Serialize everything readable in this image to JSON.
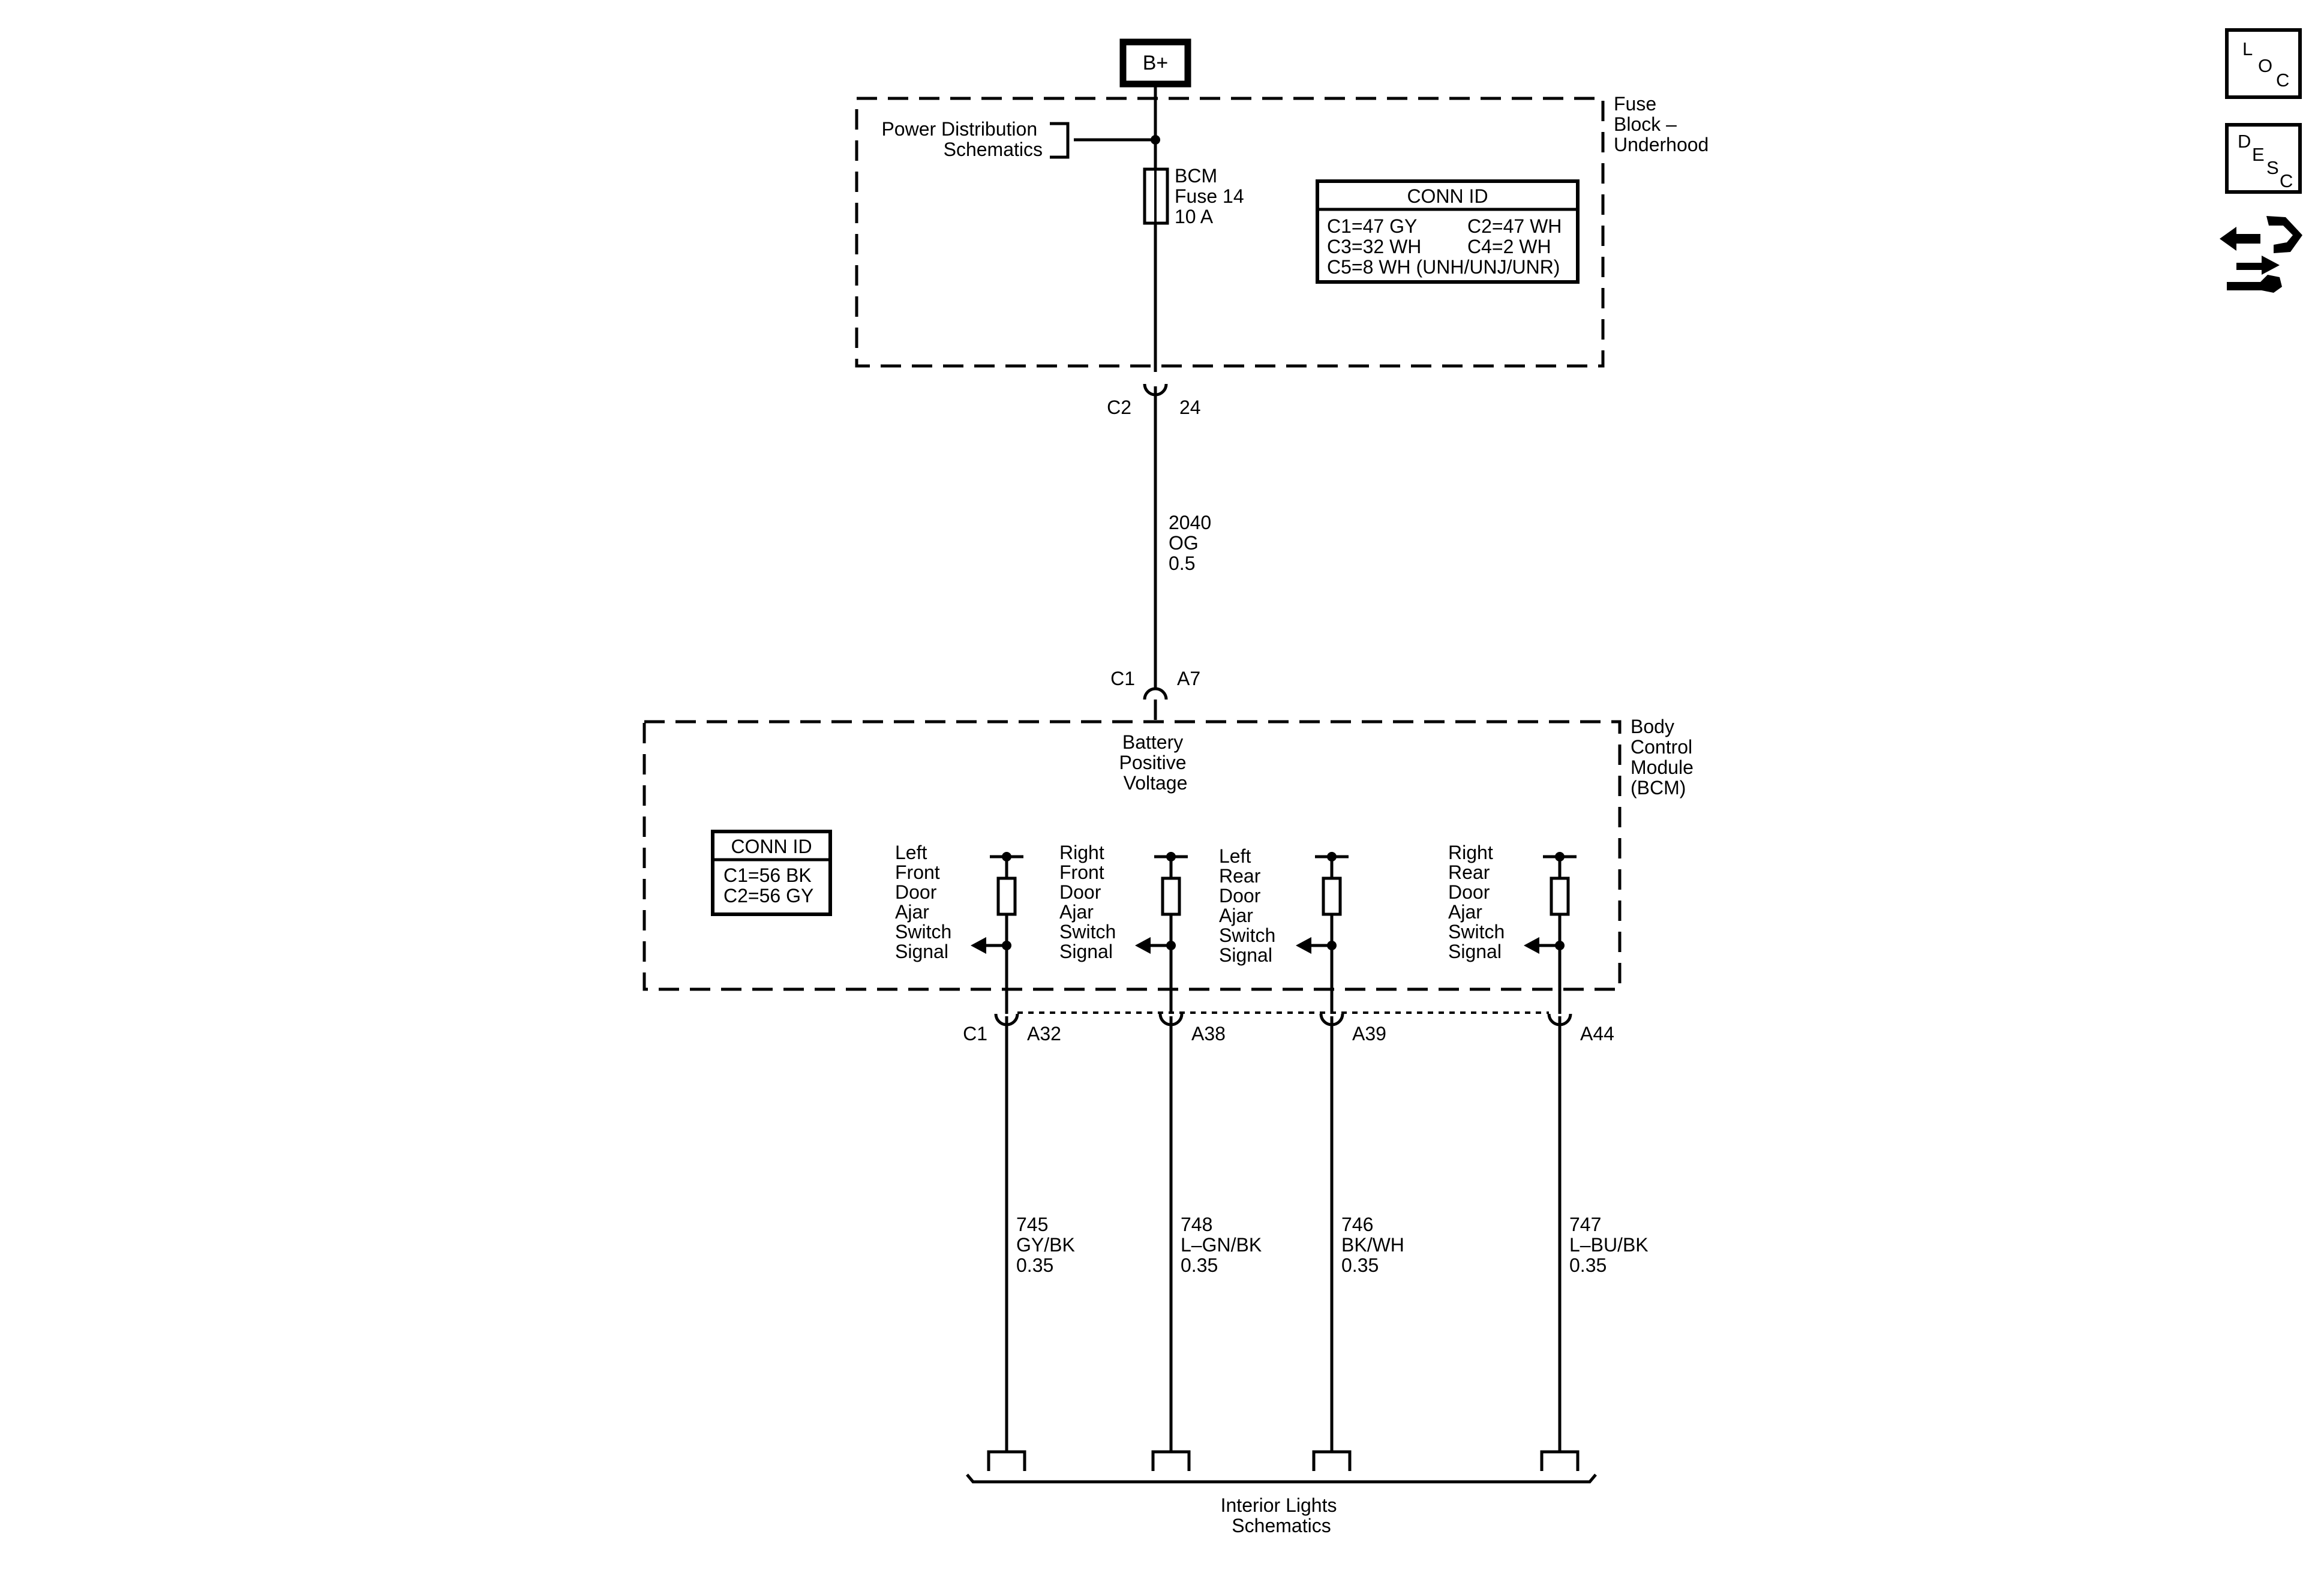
{
  "power_source": "B+",
  "fuse_block": {
    "name_lines": [
      "Fuse",
      "Block –",
      "Underhood"
    ],
    "power_distribution_lines": [
      "Power Distribution",
      "Schematics"
    ],
    "fuse_lines": [
      "BCM",
      "Fuse 14",
      "10 A"
    ],
    "conn_id": {
      "title": "CONN ID",
      "rows": [
        [
          "C1=47 GY",
          "C2=47 WH"
        ],
        [
          "C3=32 WH",
          "C4=2 WH"
        ],
        [
          "C5=8 WH (UNH/UNJ/UNR)"
        ]
      ]
    }
  },
  "fuse_connector": {
    "connector": "C2",
    "pin": "24"
  },
  "feed_wire": {
    "circuit": "2040",
    "color": "OG",
    "size": "0.5"
  },
  "bcm_connector": {
    "connector": "C1",
    "pin": "A7"
  },
  "bcm": {
    "name_lines": [
      "Body",
      "Control",
      "Module",
      "(BCM)"
    ],
    "input_lines": [
      "Battery",
      "Positive",
      "Voltage"
    ],
    "conn_id": {
      "title": "CONN ID",
      "rows": [
        "C1=56 BK",
        "C2=56 GY"
      ]
    },
    "output_connector": "C1"
  },
  "switch_signals": [
    {
      "lines": [
        "Left",
        "Front",
        "Door",
        "Ajar",
        "Switch",
        "Signal"
      ],
      "pin": "A32",
      "circuit": "745",
      "color": "GY/BK",
      "size": "0.35"
    },
    {
      "lines": [
        "Right",
        "Front",
        "Door",
        "Ajar",
        "Switch",
        "Signal"
      ],
      "pin": "A38",
      "circuit": "748",
      "color": "L–GN/BK",
      "size": "0.35"
    },
    {
      "lines": [
        "Left",
        "Rear",
        "Door",
        "Ajar",
        "Switch",
        "Signal"
      ],
      "pin": "A39",
      "circuit": "746",
      "color": "BK/WH",
      "size": "0.35"
    },
    {
      "lines": [
        "Right",
        "Rear",
        "Door",
        "Ajar",
        "Switch",
        "Signal"
      ],
      "pin": "A44",
      "circuit": "747",
      "color": "L–BU/BK",
      "size": "0.35"
    }
  ],
  "destination_lines": [
    "Interior Lights",
    "Schematics"
  ],
  "side_icons": [
    {
      "name": "loc-icon",
      "letters": [
        "L",
        "O",
        "C"
      ]
    },
    {
      "name": "desc-icon",
      "letters": [
        "D",
        "E",
        "S",
        "C"
      ]
    },
    {
      "name": "connector-tool-icon"
    }
  ]
}
